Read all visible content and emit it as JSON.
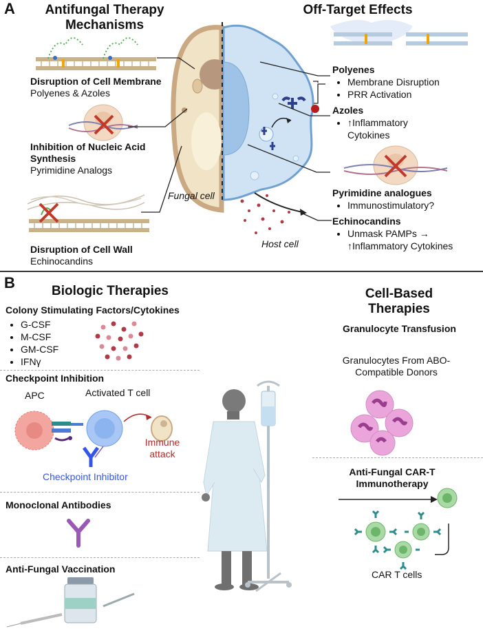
{
  "panel_a": {
    "letter": "A",
    "left_title": "Antifungal Therapy Mechanisms",
    "right_title": "Off-Target Effects",
    "mechanisms": [
      {
        "title": "Disruption of Cell Membrane",
        "subtitle": "Polyenes & Azoles"
      },
      {
        "title": "Inhibition of Nucleic Acid Synthesis",
        "subtitle": "Pyrimidine Analogs"
      },
      {
        "title": "Disruption of Cell Wall",
        "subtitle": "Echinocandins"
      }
    ],
    "fungal_cell_label": "Fungal cell",
    "host_cell_label": "Host cell",
    "effects": [
      {
        "title": "Polyenes",
        "items": [
          "Membrane Disruption",
          "PRR Activation"
        ]
      },
      {
        "title": "Azoles",
        "items": [
          "↑Inflammatory Cytokines"
        ]
      },
      {
        "title": "Pyrimidine analogues",
        "items": [
          "Immunostimulatory?"
        ]
      },
      {
        "title": "Echinocandins",
        "items": [
          "Unmask PAMPs → ↑Inflammatory Cytokines"
        ]
      }
    ]
  },
  "panel_b": {
    "letter": "B",
    "biologic_title": "Biologic Therapies",
    "cell_title": "Cell-Based Therapies",
    "csf_title": "Colony Stimulating Factors/Cytokines",
    "csf_items": [
      "G-CSF",
      "M-CSF",
      "GM-CSF",
      "IFNγ"
    ],
    "checkpoint_title": "Checkpoint Inhibition",
    "apc_label": "APC",
    "tcell_label": "Activated T cell",
    "immune_attack_label": "Immune attack",
    "checkpoint_inhibitor_label": "Checkpoint Inhibitor",
    "mab_title": "Monoclonal Antibodies",
    "vaccine_title": "Anti-Fungal Vaccination",
    "granulocyte_title": "Granulocyte Transfusion",
    "granulocyte_desc": "Granulocytes From ABO-Compatible Donors",
    "cart_title": "Anti-Fungal CAR-T Immunotherapy",
    "cart_label": "CAR T cells"
  },
  "colors": {
    "fungal_wall": "#c9a882",
    "fungal_fill": "#f1e3c6",
    "host_fill": "#cfe3f5",
    "host_nucleus": "#9ec3e6",
    "red_cross": "#c0392b",
    "checkpoint_blue": "#3355ee",
    "immune_red": "#b52a2a",
    "antibody_purple": "#9b59b6",
    "granulocyte_pink": "#eaa6da"
  }
}
